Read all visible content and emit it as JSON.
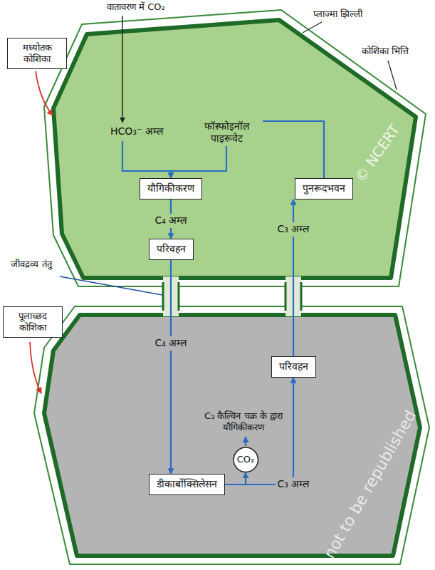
{
  "diagram": {
    "nodes": [
      {
        "text": [
          "मध्योतक कोशिका"
        ]
      },
      {
        "text": [
          "यौगिकीकरण"
        ]
      },
      {
        "text": [
          "पुनरूदभवन"
        ]
      },
      {
        "text": [
          "परिवहन"
        ]
      },
      {
        "text": [
          "पूलाच्छद कोशिका"
        ]
      },
      {
        "text": [
          "परिवहन"
        ]
      },
      {
        "text": [
          "CO₂"
        ]
      },
      {
        "text": [
          "डीकार्बोक्सिलेसन"
        ]
      }
    ],
    "edges": [
      {
        "from": 2,
        "to": 1,
        "label": "फॉस्फोइनॉल पाइरूवेट",
        "arrow": "to"
      },
      {
        "from": 1,
        "to": 3,
        "label": "C₄ अम्ल",
        "arrow": "to"
      },
      {
        "from": 3,
        "to": 7,
        "label": "C₄ अम्ल",
        "arrow": "to"
      },
      {
        "from": 7,
        "to": 6,
        "arrow": "to"
      },
      {
        "from": 7,
        "to": 5,
        "label": "C₃ अम्ल",
        "arrow": "to"
      },
      {
        "from": 5,
        "to": 2,
        "label": "C₃ अम्ल",
        "arrow": "to"
      }
    ],
    "labels": [
      "वातावरण में CO₂",
      "प्लाज्मा झिल्ली",
      "कोशिका भित्ति",
      "HCO₃⁻ अम्ल",
      "जीवद्रव्य तंतु",
      "C₃ कैल्विन चक्र के द्वारा यौगिकीकरण",
      "© NCERT",
      "not to be republished"
    ]
  }
}
